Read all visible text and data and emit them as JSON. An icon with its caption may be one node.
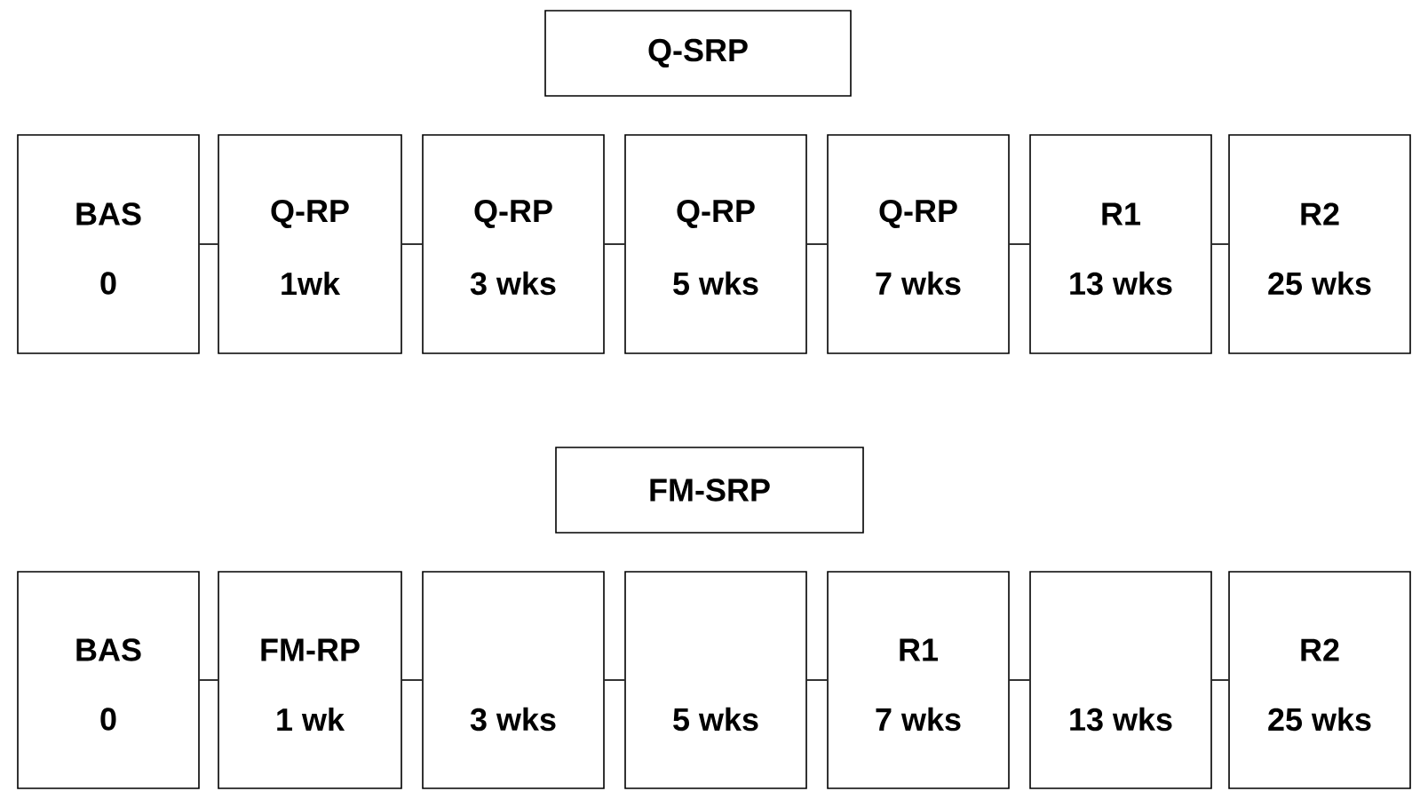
{
  "diagram": {
    "nodes": [
      {
        "text": [
          "Q-SRP"
        ]
      },
      {
        "text": [
          "BAS",
          "0"
        ]
      },
      {
        "text": [
          "Q-RP",
          "1wk"
        ]
      },
      {
        "text": [
          "Q-RP",
          "3 wks"
        ]
      },
      {
        "text": [
          "Q-RP",
          "5 wks"
        ]
      },
      {
        "text": [
          "Q-RP",
          "7 wks"
        ]
      },
      {
        "text": [
          "R1",
          "13 wks"
        ]
      },
      {
        "text": [
          "R2",
          "25 wks"
        ]
      },
      {
        "text": [
          "FM-SRP"
        ]
      },
      {
        "text": [
          "BAS",
          "0"
        ]
      },
      {
        "text": [
          "FM-RP",
          "1 wk"
        ]
      },
      {
        "text": [
          "3 wks"
        ]
      },
      {
        "text": [
          "5 wks"
        ]
      },
      {
        "text": [
          "R1",
          "7 wks"
        ]
      },
      {
        "text": [
          "13 wks"
        ]
      },
      {
        "text": [
          "R2",
          "25 wks"
        ]
      }
    ],
    "edges": [
      {
        "from": 1,
        "to": 2,
        "arrow": "none"
      },
      {
        "from": 2,
        "to": 3,
        "arrow": "none"
      },
      {
        "from": 3,
        "to": 4,
        "arrow": "none"
      },
      {
        "from": 4,
        "to": 5,
        "arrow": "none"
      },
      {
        "from": 5,
        "to": 6,
        "arrow": "none"
      },
      {
        "from": 6,
        "to": 7,
        "arrow": "none"
      },
      {
        "from": 9,
        "to": 10,
        "arrow": "none"
      },
      {
        "from": 10,
        "to": 11,
        "arrow": "none"
      },
      {
        "from": 11,
        "to": 12,
        "arrow": "none"
      },
      {
        "from": 12,
        "to": 13,
        "arrow": "none"
      },
      {
        "from": 13,
        "to": 14,
        "arrow": "none"
      },
      {
        "from": 14,
        "to": 15,
        "arrow": "none"
      }
    ]
  }
}
